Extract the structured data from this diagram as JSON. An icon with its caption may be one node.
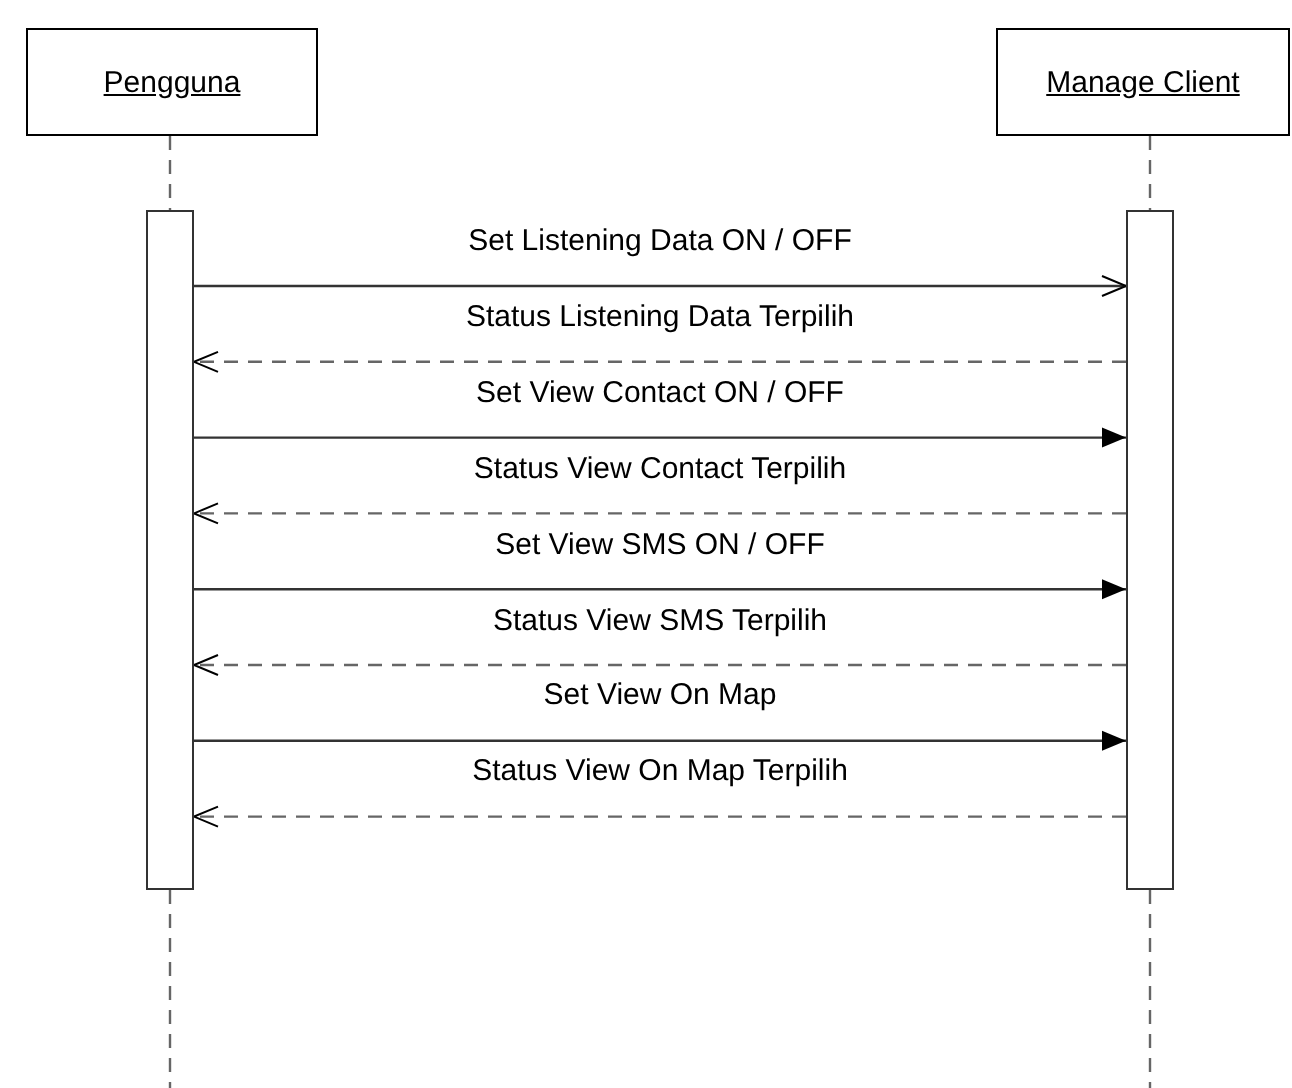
{
  "diagram": {
    "nodes": [
      {
        "text": [
          "Pengguna"
        ]
      },
      {
        "text": [
          "Manage Client"
        ]
      },
      {
        "text": [],
        "shape": "bar"
      },
      {
        "text": [],
        "shape": "bar"
      }
    ],
    "edges": [
      {
        "from": 0,
        "to": 2,
        "arrow": "none",
        "style": "dashed"
      },
      {
        "from": 1,
        "to": 3,
        "arrow": "none",
        "style": "dashed"
      },
      {
        "from": 2,
        "to": null,
        "arrow": "none",
        "style": "dashed"
      },
      {
        "from": 3,
        "to": null,
        "arrow": "none",
        "style": "dashed"
      },
      {
        "from": 2,
        "to": 3,
        "arrow": "to",
        "label": "Set Listening Data ON / OFF"
      },
      {
        "from": 3,
        "to": 2,
        "arrow": "to",
        "label": "Status Listening Data Terpilih",
        "style": "dashed"
      },
      {
        "from": 2,
        "to": 3,
        "arrow": "to",
        "label": "Set View Contact ON / OFF"
      },
      {
        "from": 3,
        "to": 2,
        "arrow": "to",
        "label": "Status View Contact Terpilih",
        "style": "dashed"
      },
      {
        "from": 2,
        "to": 3,
        "arrow": "to",
        "label": "Set View SMS ON / OFF"
      },
      {
        "from": 3,
        "to": 2,
        "arrow": "to",
        "label": "Status View SMS Terpilih",
        "style": "dashed"
      },
      {
        "from": 2,
        "to": 3,
        "arrow": "to",
        "label": "Set View On Map"
      },
      {
        "from": 3,
        "to": 2,
        "arrow": "to",
        "label": "Status View On Map Terpilih",
        "style": "dashed"
      }
    ]
  }
}
